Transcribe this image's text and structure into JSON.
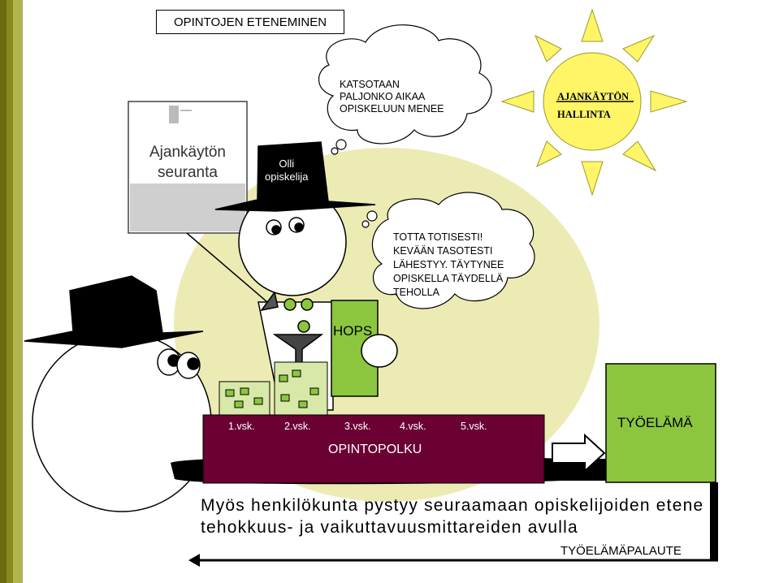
{
  "title": "OPINTOJEN ETENEMINEN",
  "thought_bubble_top": [
    "KATSOTAAN",
    "PALJONKO AIKAA",
    "OPISKELUUN MENEE"
  ],
  "thought_bubble_mid": [
    "TOTTA TOTISESTI!",
    "KEVÄÄN TASOTESTI",
    "LÄHESTYY. TÄYTYNEE",
    "OPISKELLA TÄYDELLÄ",
    "TEHOLLA"
  ],
  "sun_label": [
    "AJANKÄYTÖN",
    "HALLINTA"
  ],
  "tracking_label": [
    "Ajankäytön",
    "seuranta"
  ],
  "student_label": [
    "Olli",
    "opiskelija"
  ],
  "hops_label": "HOPS",
  "years": [
    "1.vsk.",
    "2.vsk.",
    "3.vsk.",
    "4.vsk.",
    "5.vsk."
  ],
  "path_label": "OPINTOPOLKU",
  "worklife_label": "TYÖELÄMÄ",
  "footer_lines": [
    "Myös henkilökunta pystyy seuraamaan opiskelijoiden etene",
    "tehokkuus- ja vaikuttavuusmittareiden avulla"
  ],
  "feedback_label": "TYÖELÄMÄPALAUTE",
  "colors": {
    "olive_bar": "#8a8a1a",
    "sun": "#fff566",
    "backdrop": "#ecebb4",
    "green": "#8cc63f",
    "maroon": "#6b0033"
  }
}
